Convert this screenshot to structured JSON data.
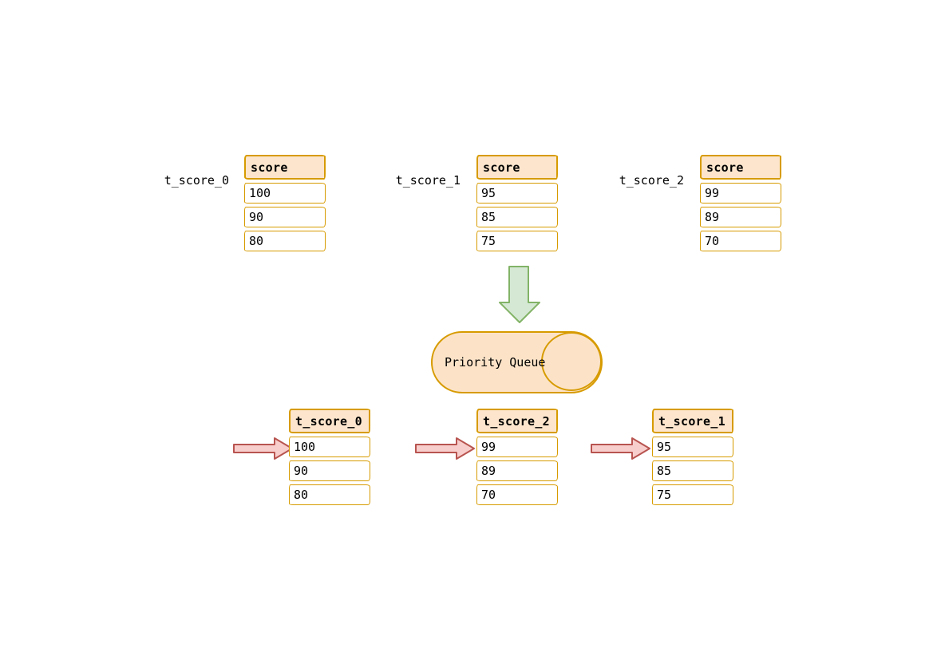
{
  "colors": {
    "table_border": "#D79B00",
    "header_fill": "#FCE5CC",
    "row_fill": "#FFFFFF",
    "text": "#000000",
    "green_arrow_fill": "#D5E8D4",
    "green_arrow_border": "#82B366",
    "pink_arrow_fill": "#F8CECC",
    "pink_arrow_border": "#B85450",
    "queue_fill": "#FCE3C8",
    "queue_border": "#D79B00"
  },
  "top_tables": [
    {
      "label": "t_score_0",
      "header": "score",
      "rows": [
        "100",
        "90",
        "80"
      ]
    },
    {
      "label": "t_score_1",
      "header": "score",
      "rows": [
        "95",
        "85",
        "75"
      ]
    },
    {
      "label": "t_score_2",
      "header": "score",
      "rows": [
        "99",
        "89",
        "70"
      ]
    }
  ],
  "queue": {
    "label": "Priority Queue"
  },
  "bottom_tables": [
    {
      "header": "t_score_0",
      "rows": [
        "100",
        "90",
        "80"
      ]
    },
    {
      "header": "t_score_2",
      "rows": [
        "99",
        "89",
        "70"
      ]
    },
    {
      "header": "t_score_1",
      "rows": [
        "95",
        "85",
        "75"
      ]
    }
  ]
}
